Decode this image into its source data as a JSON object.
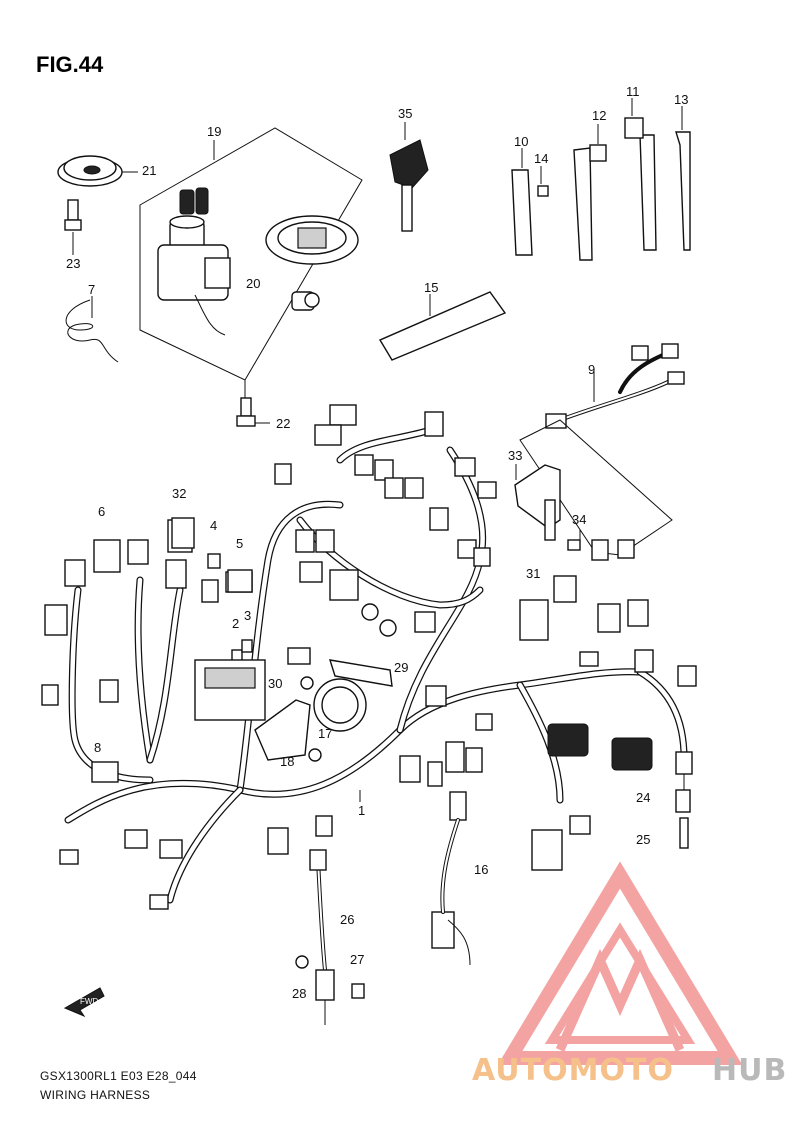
{
  "figure": {
    "title": "FIG.44",
    "model_code": "GSX1300RL1 E03 E28_044",
    "caption": "WIRING HARNESS",
    "direction_marker": "FWD"
  },
  "parts": [
    {
      "no": "1"
    },
    {
      "no": "2"
    },
    {
      "no": "3"
    },
    {
      "no": "4"
    },
    {
      "no": "5"
    },
    {
      "no": "6"
    },
    {
      "no": "7"
    },
    {
      "no": "8"
    },
    {
      "no": "9"
    },
    {
      "no": "10"
    },
    {
      "no": "11"
    },
    {
      "no": "12"
    },
    {
      "no": "13"
    },
    {
      "no": "14"
    },
    {
      "no": "15"
    },
    {
      "no": "16"
    },
    {
      "no": "17"
    },
    {
      "no": "18"
    },
    {
      "no": "19"
    },
    {
      "no": "20"
    },
    {
      "no": "21"
    },
    {
      "no": "22"
    },
    {
      "no": "23"
    },
    {
      "no": "24"
    },
    {
      "no": "25"
    },
    {
      "no": "26"
    },
    {
      "no": "27"
    },
    {
      "no": "28"
    },
    {
      "no": "29"
    },
    {
      "no": "30"
    },
    {
      "no": "31"
    },
    {
      "no": "32"
    },
    {
      "no": "33"
    },
    {
      "no": "34"
    },
    {
      "no": "35"
    }
  ],
  "watermark": {
    "text_part1": "AUTOMOTO",
    "text_part2": "HUB",
    "colors": {
      "triangle": "#f4a3a3",
      "part1": "#f5c08a",
      "part2": "#b9b9b9"
    }
  }
}
